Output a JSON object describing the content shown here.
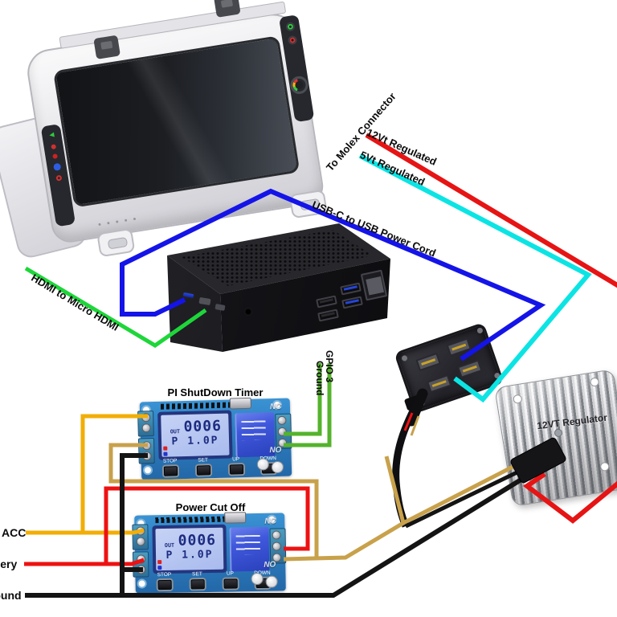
{
  "diagram": {
    "wire_labels": {
      "to_molex": "To Molex Connector",
      "v12_regulated": "12Vt Regulated",
      "v5_regulated": "5Vt Regulated",
      "usb_cord": "USB-C to USB Power Cord",
      "hdmi": "HDMI to Micro HDMI",
      "gpio3": "GPIO 3",
      "gpio_ground": "Ground"
    },
    "input_labels": {
      "acc": "ACC",
      "battery": "Battery",
      "ground": "Ground"
    },
    "regulator": {
      "label": "12VT Regulator"
    },
    "modules": [
      {
        "title": "PI ShutDown Timer",
        "lcd": {
          "out": "OUT",
          "value": "0006",
          "mode": "P 1.0P"
        },
        "nc": "NC",
        "no": "NO",
        "buttons": [
          "STOP",
          "SET",
          "UP",
          "DOWN"
        ]
      },
      {
        "title": "Power Cut Off",
        "lcd": {
          "out": "OUT",
          "value": "0006",
          "mode": "P 1.0P"
        },
        "nc": "NC",
        "no": "NO",
        "buttons": [
          "STOP",
          "SET",
          "UP",
          "DOWN"
        ]
      }
    ],
    "icons": {
      "back_arrow": "◄"
    },
    "colors": {
      "hdmi_green": "#1ed63a",
      "gpio_green": "#54b32c",
      "usb_blue": "#1414e8",
      "v5_cyan": "#0ce4e4",
      "v12_red": "#e61414",
      "acc_yellow": "#f2ae06",
      "battery_red": "#ee1111",
      "ground_black": "#141414",
      "regulator_tan": "#c8a14b",
      "cord_black": "#0f0f12"
    }
  }
}
